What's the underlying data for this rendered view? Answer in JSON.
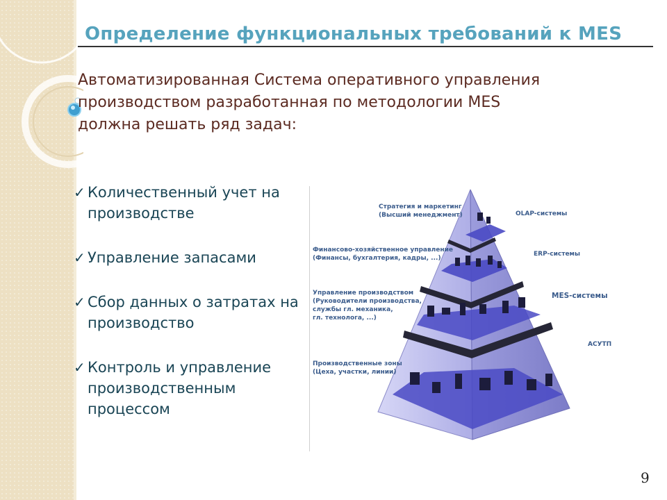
{
  "title": "Определение функциональных требований к MES",
  "intro": "Автоматизированная Система оперативного управления производством разработанная по методологии MES должна решать ряд задач:",
  "tasks": [
    "Количественный учет на производстве",
    "Управление запасами",
    "Сбор данных о затратах на производство",
    "Контроль и управление производственным процессом"
  ],
  "pyramid": {
    "levels": [
      {
        "label_lines": [
          "Стратегия и маркетинг",
          "(Высший менеджмент)"
        ],
        "system": "OLAP-системы"
      },
      {
        "label_lines": [
          "Финансово-хозяйственное управление",
          "(Финансы, бухгалтерия, кадры, ...)"
        ],
        "system": "ERP-системы"
      },
      {
        "label_lines": [
          "Управление производством",
          "(Руководители производства,",
          "службы гл. механика,",
          "гл. технолога, ...)"
        ],
        "system": "MES-системы"
      },
      {
        "label_lines": [
          "Производственные зоны",
          "(Цеха, участки, линии)"
        ],
        "system": "АСУТП"
      }
    ]
  },
  "page_number": "9",
  "colors": {
    "title": "#56a3bd",
    "intro": "#5c2b22",
    "tasks": "#1a4555",
    "left_band": "#ede0c3",
    "pyramid_glass": "#b5b5ea",
    "pyramid_floor": "#4a4ac4",
    "pyramid_divider": "#262636"
  }
}
